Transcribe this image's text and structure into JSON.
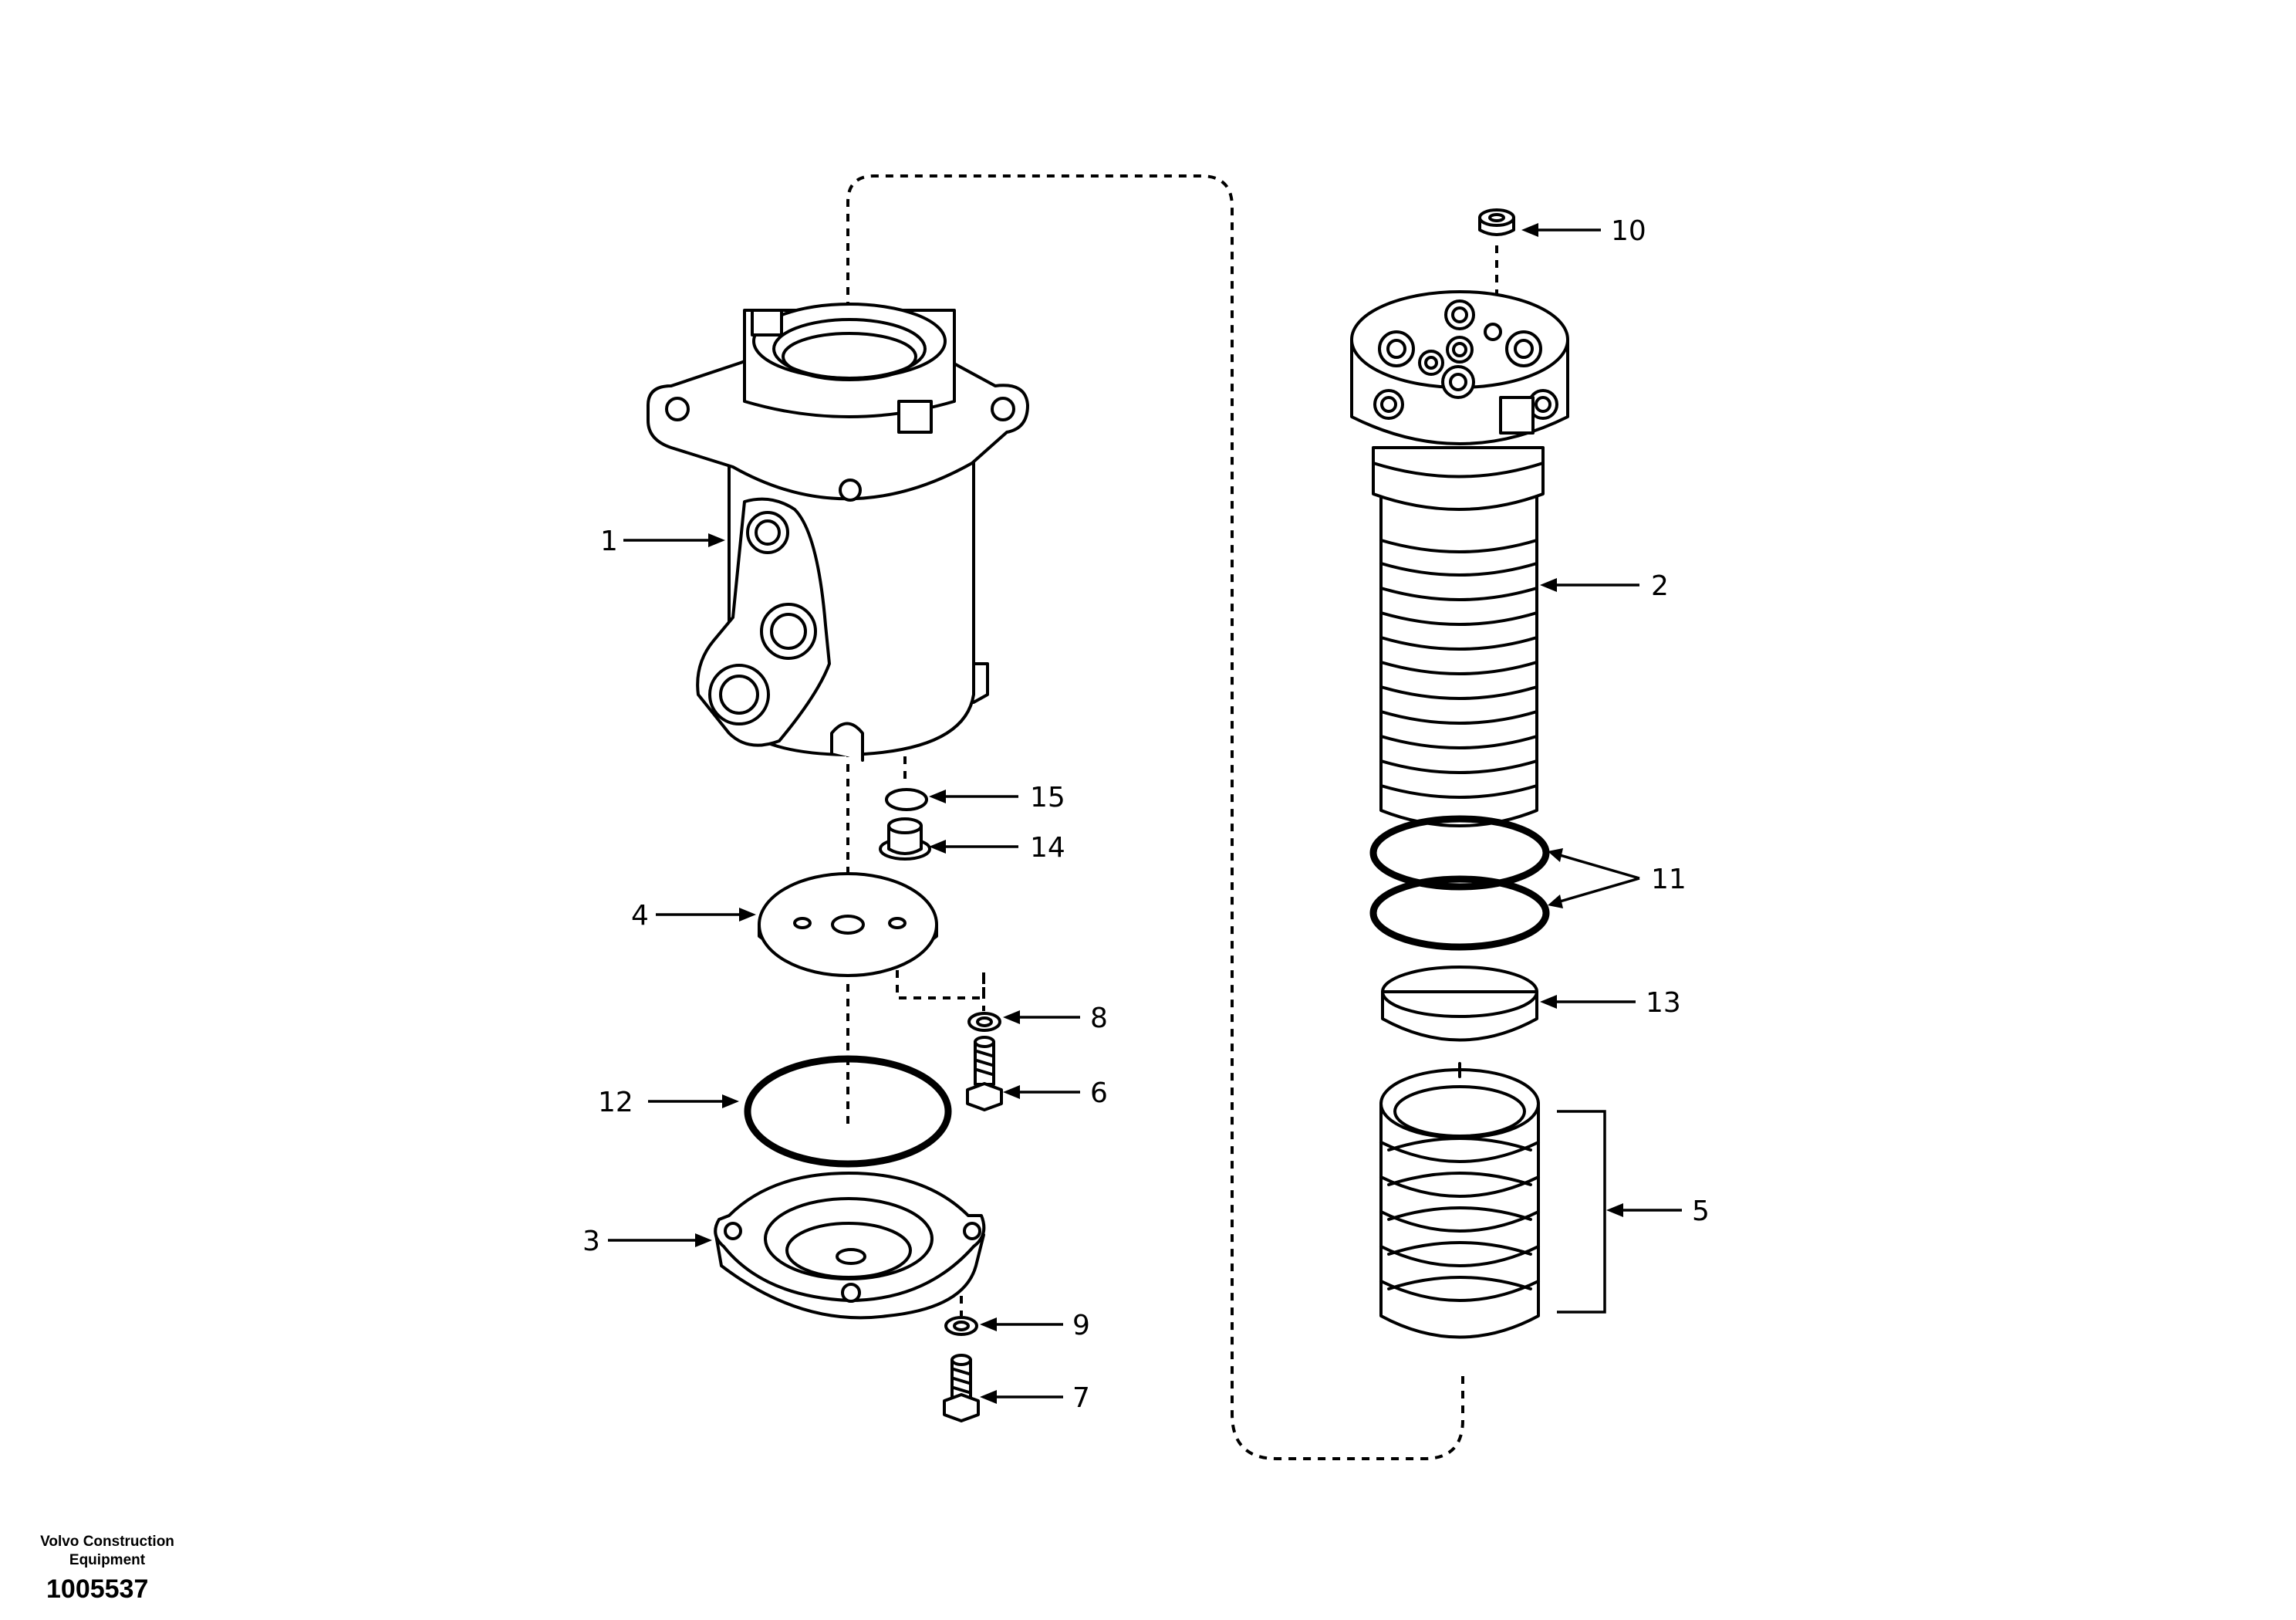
{
  "diagram": {
    "callouts": {
      "c1": "1",
      "c2": "2",
      "c3": "3",
      "c4": "4",
      "c5": "5",
      "c6": "6",
      "c7": "7",
      "c8": "8",
      "c9": "9",
      "c10": "10",
      "c11": "11",
      "c12": "12",
      "c13": "13",
      "c14": "14",
      "c15": "15"
    }
  },
  "footer": {
    "company": "Volvo Construction Equipment",
    "drawing_number": "1005537"
  }
}
